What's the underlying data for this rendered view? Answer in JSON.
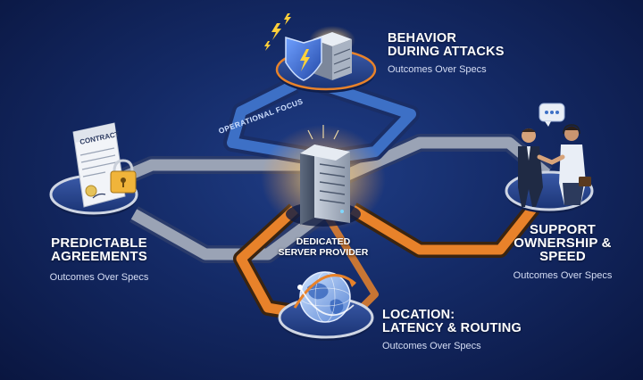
{
  "colors": {
    "background": "#142a66",
    "path_gray": "#9aa3b5",
    "path_blue": "#3d70c6",
    "path_orange": "#e8822a",
    "glow": "#ffd27a",
    "white": "#ffffff"
  },
  "center": {
    "label_line1": "DEDICATED",
    "label_line2": "SERVER PROVIDER",
    "icon": "server-tower-icon"
  },
  "path_label": "OPERATIONAL FOCUS",
  "nodes": {
    "attacks": {
      "title_line1": "BEHAVIOR",
      "title_line2": "DURING ATTACKS",
      "subtitle": "Outcomes Over Specs",
      "icon": "shield-lightning-icon"
    },
    "agreements": {
      "title_line1": "PREDICTABLE",
      "title_line2": "AGREEMENTS",
      "subtitle": "Outcomes Over Specs",
      "icon": "contract-lock-icon",
      "document_label": "CONTRACT"
    },
    "support": {
      "title_line1": "SUPPORT",
      "title_line2": "OWNERSHIP &",
      "title_line3": "SPEED",
      "subtitle": "Outcomes Over Specs",
      "icon": "handshake-people-icon"
    },
    "location": {
      "title_line1": "LOCATION:",
      "title_line2": "LATENCY & ROUTING",
      "subtitle": "Outcomes Over Specs",
      "icon": "globe-routing-icon"
    }
  }
}
